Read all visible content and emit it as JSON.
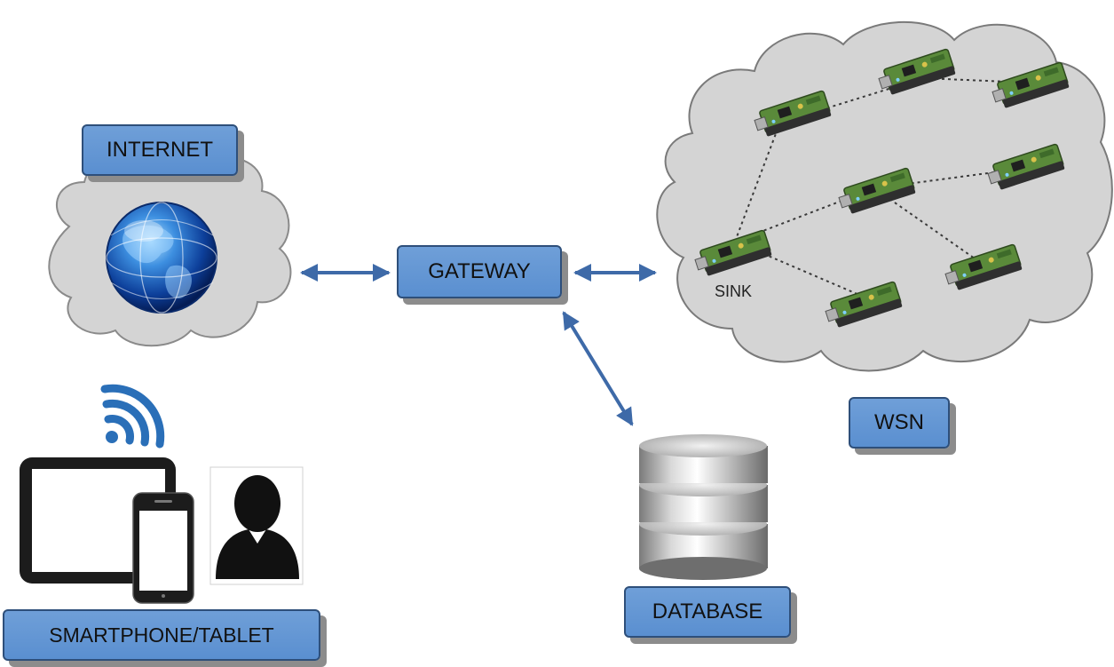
{
  "labels": {
    "internet": "INTERNET",
    "gateway": "GATEWAY",
    "wsn": "WSN",
    "database": "DATABASE",
    "smartphone_tablet": "SMARTPHONE/TABLET",
    "sink": "SINK"
  },
  "icons": {
    "globe": "globe-icon",
    "wifi": "wifi-icon",
    "tablet": "tablet-icon",
    "smartphone": "smartphone-icon",
    "user": "user-icon",
    "database": "database-icon",
    "sensor_node": "sensor-node-icon"
  },
  "colors": {
    "label_fill": "#6f9fd8",
    "label_border": "#2e4f7a",
    "arrow": "#3e6aa8",
    "cloud": "#d4d4d4",
    "wifi": "#2a6fb8"
  }
}
